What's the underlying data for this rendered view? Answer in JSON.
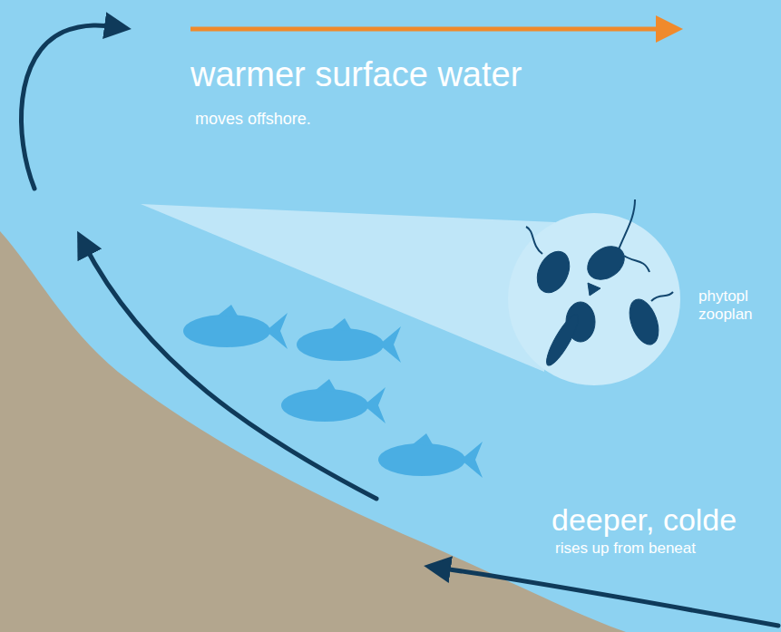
{
  "diagram": {
    "labels": [
      "warmer surface water",
      "moves offshore.",
      "phytopl",
      "zooplan",
      "deeper, colde",
      "rises up from beneat"
    ]
  }
}
